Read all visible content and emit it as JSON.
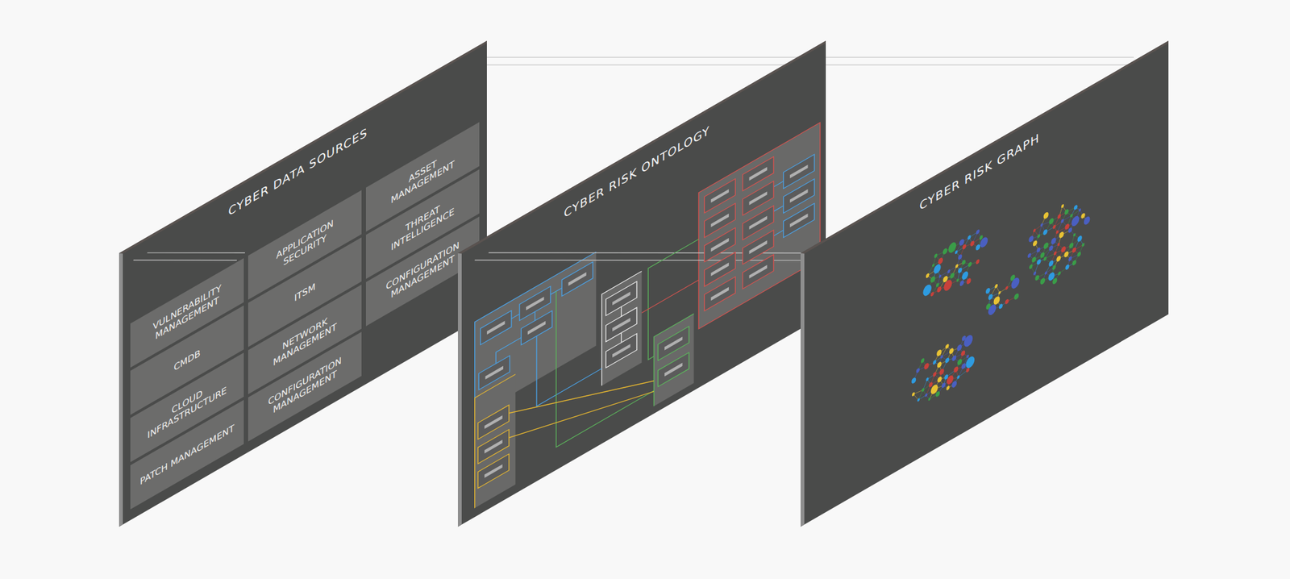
{
  "diagram": {
    "nodes": [
      {
        "text": [
          "CYBER DATA SOURCES"
        ]
      },
      {
        "text": [
          "VULNERABILITY MANAGEMENT"
        ],
        "in": 0
      },
      {
        "text": [
          "CMDB"
        ],
        "in": 0
      },
      {
        "text": [
          "CLOUD INFRASTRUCTURE"
        ],
        "in": 0
      },
      {
        "text": [
          "PATCH MANAGEMENT"
        ],
        "in": 0
      },
      {
        "text": [
          "APPLICATION SECURITY"
        ],
        "in": 0
      },
      {
        "text": [
          "ITSM"
        ],
        "in": 0
      },
      {
        "text": [
          "NETWORK MANAGEMENT"
        ],
        "in": 0
      },
      {
        "text": [
          "CONFIGURATION MANAGEMENT"
        ],
        "in": 0
      },
      {
        "text": [
          "ASSET MANAGEMENT"
        ],
        "in": 0
      },
      {
        "text": [
          "THREAT INTELLIGENCE"
        ],
        "in": 0
      },
      {
        "text": [
          "CONFIGURATION MANAGEMENT"
        ],
        "in": 0
      },
      {
        "text": [
          "CYBER RISK ONTOLOGY"
        ]
      },
      {
        "text": [
          "CYBER RISK GRAPH"
        ]
      }
    ],
    "edges": [
      {
        "from": 0,
        "to": 12,
        "arrow": "none"
      },
      {
        "from": 0,
        "to": 12,
        "arrow": "none"
      },
      {
        "from": 12,
        "to": 13,
        "arrow": "none"
      },
      {
        "from": 12,
        "to": 13,
        "arrow": "none"
      }
    ]
  }
}
